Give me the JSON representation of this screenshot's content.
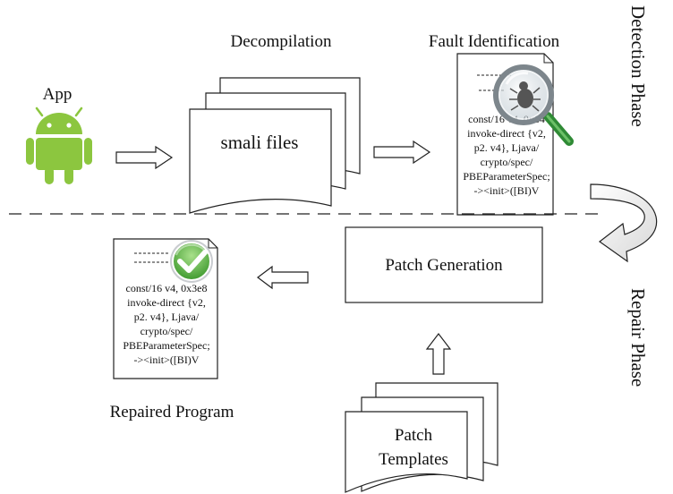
{
  "app": {
    "label": "App"
  },
  "decompilation": {
    "title": "Decompilation",
    "stack_label": "smali files"
  },
  "fault_identification": {
    "title": "Fault Identification",
    "code_lines": [
      "const/16 v4, 0x64",
      "invoke-direct {v2,",
      "p2. v4}, Ljava/",
      "crypto/spec/",
      "PBEParameterSpec;",
      "-><init>([BI)V"
    ]
  },
  "phases": {
    "detection": "Detection Phase",
    "repair": "Repair Phase"
  },
  "patch_generation": {
    "label": "Patch Generation"
  },
  "patch_templates": {
    "line1": "Patch",
    "line2": "Templates"
  },
  "repaired_program": {
    "title": "Repaired Program",
    "code_lines": [
      "const/16 v4, 0x3e8",
      "invoke-direct {v2,",
      "p2. v4}, Ljava/",
      "crypto/spec/",
      "PBEParameterSpec;",
      "-><init>([BI)V"
    ]
  },
  "colors": {
    "android_green": "#8cc63f",
    "magnifier_green": "#2f8a35",
    "check_green": "#5cb85c"
  },
  "icons": [
    "android-icon",
    "magnifier-bug-icon",
    "check-icon"
  ]
}
